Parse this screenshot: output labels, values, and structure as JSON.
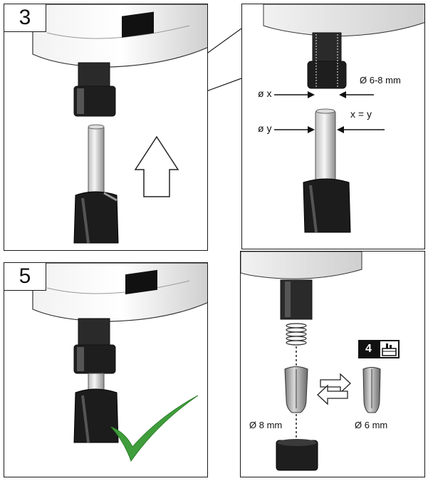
{
  "steps": {
    "step3": "3",
    "step5": "5"
  },
  "zoom": {
    "dx_label": "ø x",
    "dy_label": "ø y",
    "range_label": "Ø 6-8 mm",
    "equation": "x = y"
  },
  "collet": {
    "left_label": "Ø 8 mm",
    "right_label": "Ø 6 mm",
    "badge_number": "4"
  },
  "colors": {
    "check": "#3f9e3b",
    "dark": "#1f1f1f"
  }
}
